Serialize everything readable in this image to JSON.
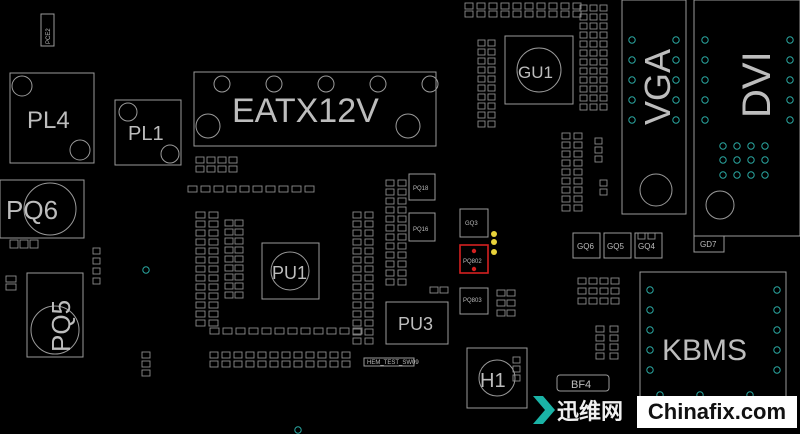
{
  "board": {
    "background": "#000000",
    "outline_color": "#9a9a9a",
    "via_color": "#2aa6a0",
    "highlight_color": "#d42020",
    "marker_color": "#e8d23a"
  },
  "components": {
    "pl4": "PL4",
    "pl1": "PL1",
    "pq6": "PQ6",
    "pq5": "PQ5",
    "eatx12v": "EATX12V",
    "pu1": "PU1",
    "pu3": "PU3",
    "gu1": "GU1",
    "vga": "VGA",
    "dvi": "DVI",
    "kbms": "KBMS",
    "h1": "H1",
    "bf4": "BF4",
    "pq18": "PQ18",
    "pq16": "PQ16",
    "gq3": "GQ3",
    "pq802": "PQ802",
    "pq803": "PQ803",
    "gq6": "GQ6",
    "gq5": "GQ5",
    "gq4": "GQ4",
    "gd7": "GD7",
    "pce2": "PCE2",
    "test": "HEM_TEST_SW09"
  },
  "watermark": {
    "cn": "迅维网",
    "en": "Chinafix.com"
  }
}
